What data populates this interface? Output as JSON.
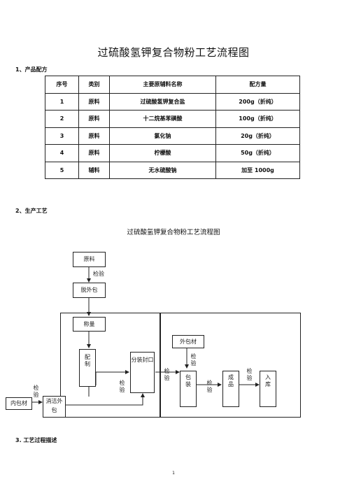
{
  "document": {
    "title": "过硫酸氢钾复合物粉工艺流程图",
    "section1": "1、产品配方",
    "section2": "2、生产工艺",
    "section3": "3. 工艺过程描述",
    "page_number": "1"
  },
  "formula_table": {
    "headers": [
      "序号",
      "类别",
      "主要原辅料名称",
      "配方量"
    ],
    "rows": [
      [
        "1",
        "原料",
        "过硫酸氢钾复合盐",
        "200g（折纯）"
      ],
      [
        "2",
        "原料",
        "十二烷基苯磺酸",
        "100g（折纯）"
      ],
      [
        "3",
        "原料",
        "氯化钠",
        "20g（折纯）"
      ],
      [
        "4",
        "原料",
        "柠檬酸",
        "50g（折纯）"
      ],
      [
        "5",
        "辅料",
        "无水硫酸钠",
        "加至 1000g"
      ]
    ]
  },
  "flowchart": {
    "title": "过硫酸氢钾复合物粉工艺流程图",
    "nodes": {
      "raw": "原料",
      "unpack": "脱外包",
      "weigh": "称量",
      "mix": "配制",
      "fill": "分装封口",
      "outer_material": "外包材",
      "pack": "包装",
      "product": "成品",
      "store": "入库",
      "inner_material": "内包材",
      "clean": "消洁外包"
    },
    "labels": {
      "inspect_raw": "检验",
      "inspect_inner": "检验",
      "inspect_mix": "检验",
      "inspect_fill": "检验",
      "inspect_outer": "检验",
      "inspect_pack": "检验",
      "inspect_product": "检验"
    }
  }
}
